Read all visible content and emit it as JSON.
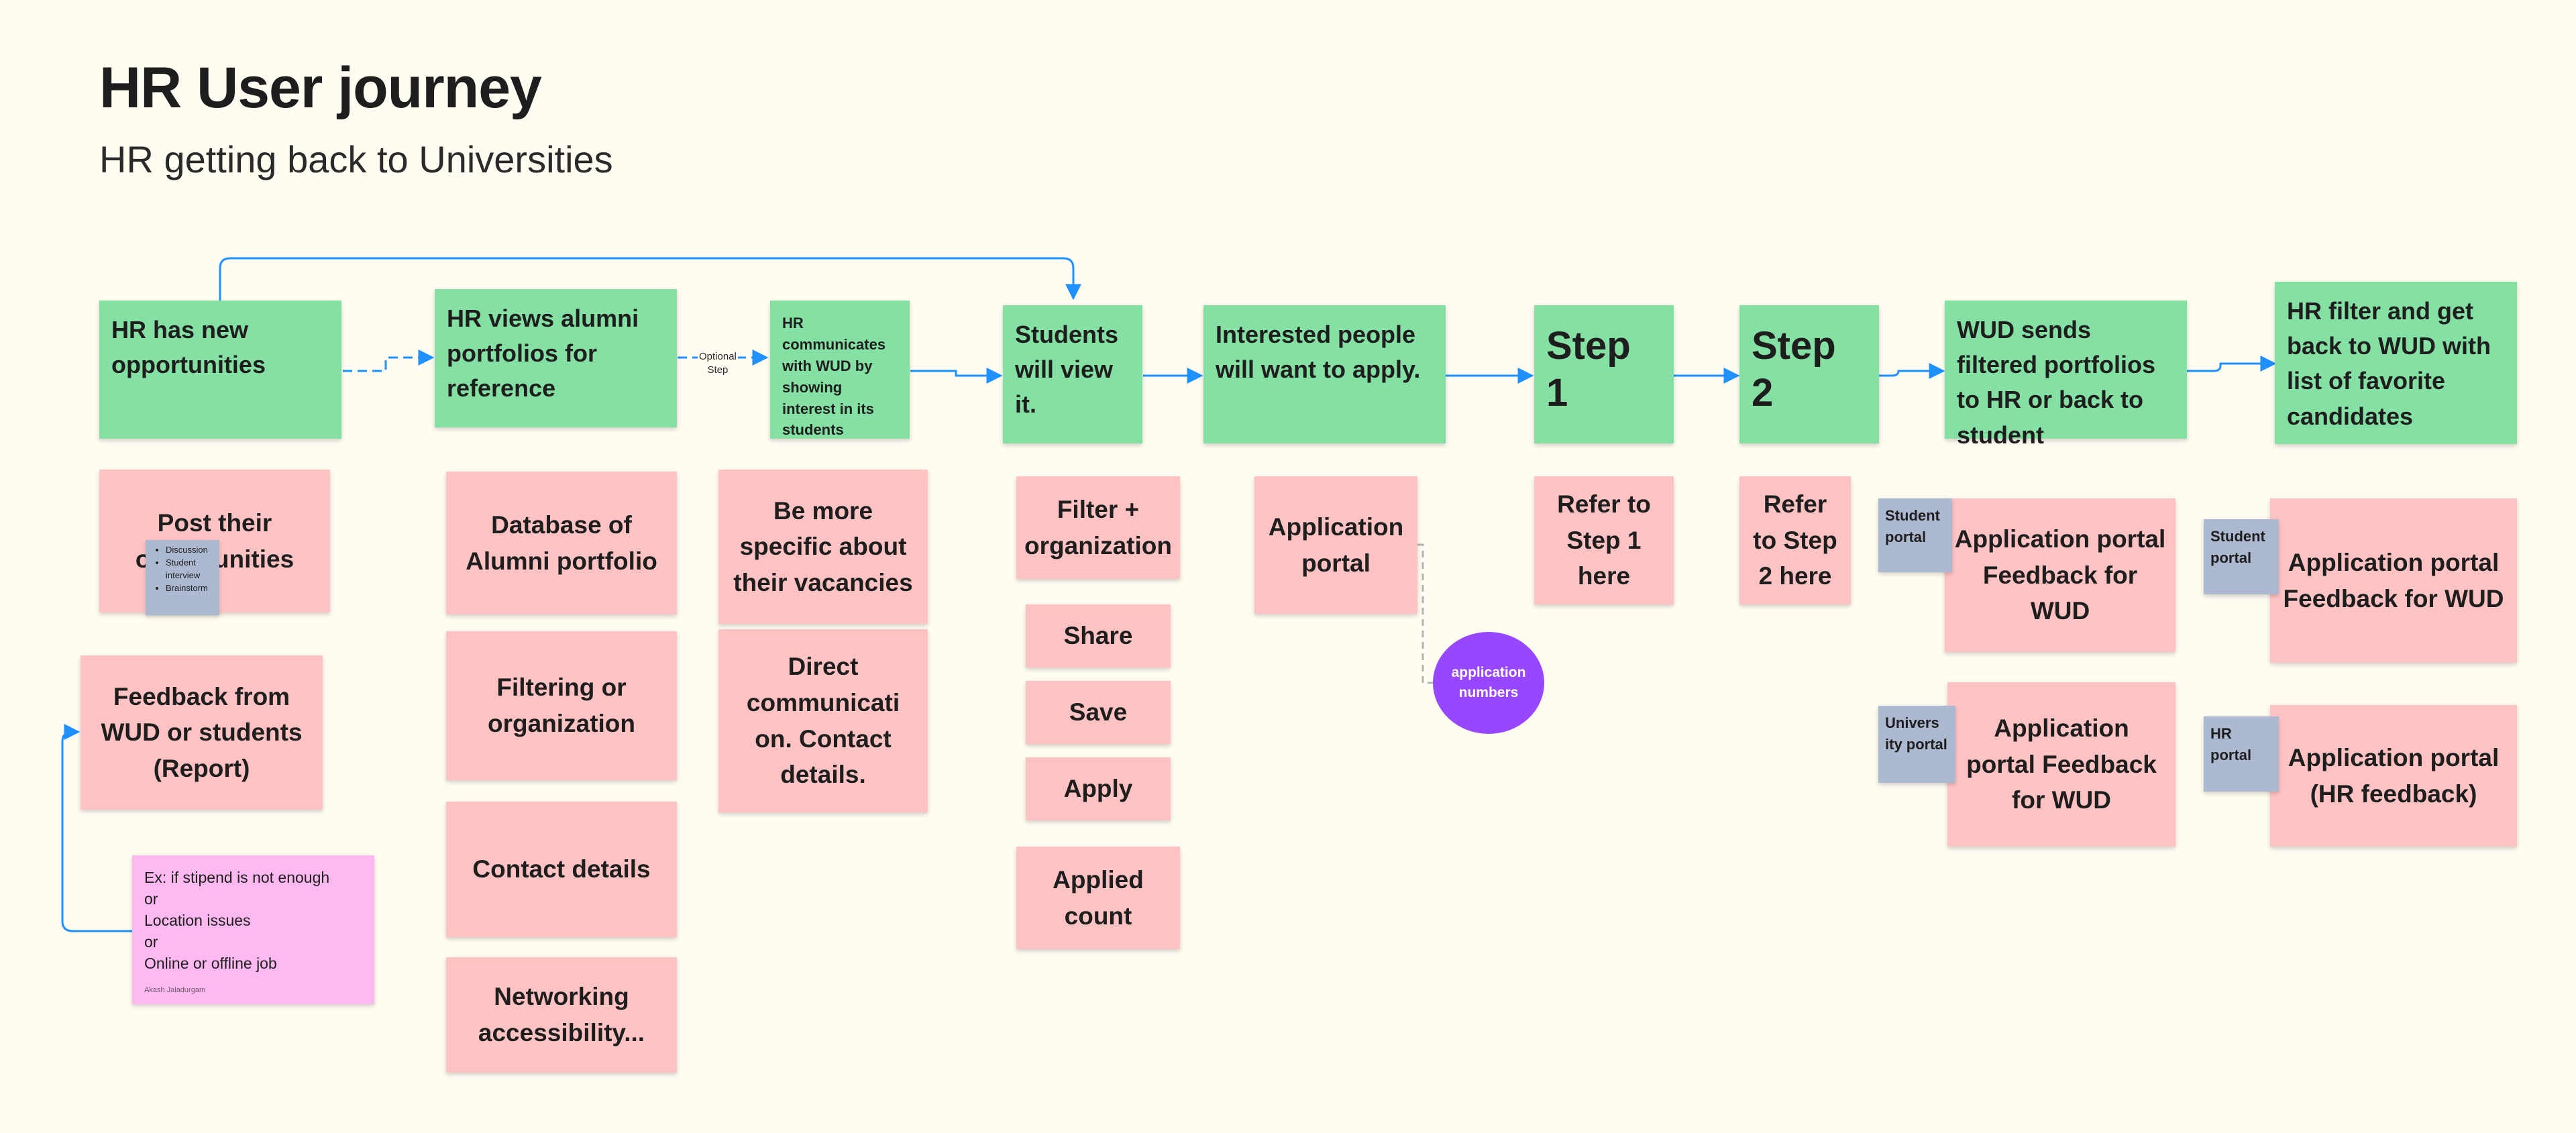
{
  "header": {
    "title": "HR User journey",
    "subtitle": "HR getting back to Universities"
  },
  "steps": {
    "hr_opportunities": "HR has new opportunities",
    "hr_views_alumni": "HR views alumni portfolios for reference",
    "hr_communicates": "HR communicates with WUD by showing interest in its students",
    "students_view": "Students will view it.",
    "interested_apply": "Interested people will want to apply.",
    "step1": "Step 1",
    "step2": "Step 2",
    "wud_sends": "WUD sends filtered portfolios to HR or back to student",
    "hr_filter": "HR filter and get back to WUD with list of favorite candidates"
  },
  "connector_labels": {
    "optional_step_1": "Optional",
    "optional_step_2": "Step"
  },
  "details": {
    "post_opportunities": "Post their opportunities",
    "feedback_report": "Feedback from WUD or students (Report)",
    "database_alumni": "Database of Alumni portfolio",
    "filtering_org": "Filtering or organization",
    "contact_details": "Contact details",
    "networking": "Networking accessibility...",
    "be_more_specific": "Be more specific about their vacancies",
    "direct_comm": "Direct communicati on. Contact details.",
    "filter_org": "Filter + organization",
    "share": "Share",
    "save": "Save",
    "apply": "Apply",
    "applied_count": "Applied count",
    "application_portal": "Application portal",
    "application_numbers": "application numbers",
    "refer_step1": "Refer to Step 1 here",
    "refer_step2": "Refer to Step 2 here",
    "app_portal_feedback_wud_1": "Application portal Feedback for WUD",
    "app_portal_feedback_wud_2": "Application portal Feedback for WUD",
    "app_portal_feedback_wud_3": "Application portal Feedback for WUD",
    "app_portal_hr_feedback": "Application portal (HR feedback)"
  },
  "tags": {
    "discussion_items": [
      "Discussion",
      "Student interview",
      "Brainstorm"
    ],
    "student_portal_1": "Student portal",
    "university_portal": "Univers ity portal",
    "student_portal_2": "Student portal",
    "hr_portal": "HR portal"
  },
  "note": {
    "lines": [
      "Ex: if stipend is not enough",
      "or",
      "Location issues",
      "or",
      "Online or offline job"
    ],
    "author": "Akash Jaladurgam"
  },
  "colors": {
    "background": "#fffcf2",
    "green_sticky": "#85e0a3",
    "pink_sticky": "#ffc3c3",
    "blue_tag": "#adb9d1",
    "lilac_note": "#feb9f0",
    "purple_circle": "#9747ff",
    "connector": "#1e90ff",
    "dashed_grey": "#b3b3b3"
  }
}
